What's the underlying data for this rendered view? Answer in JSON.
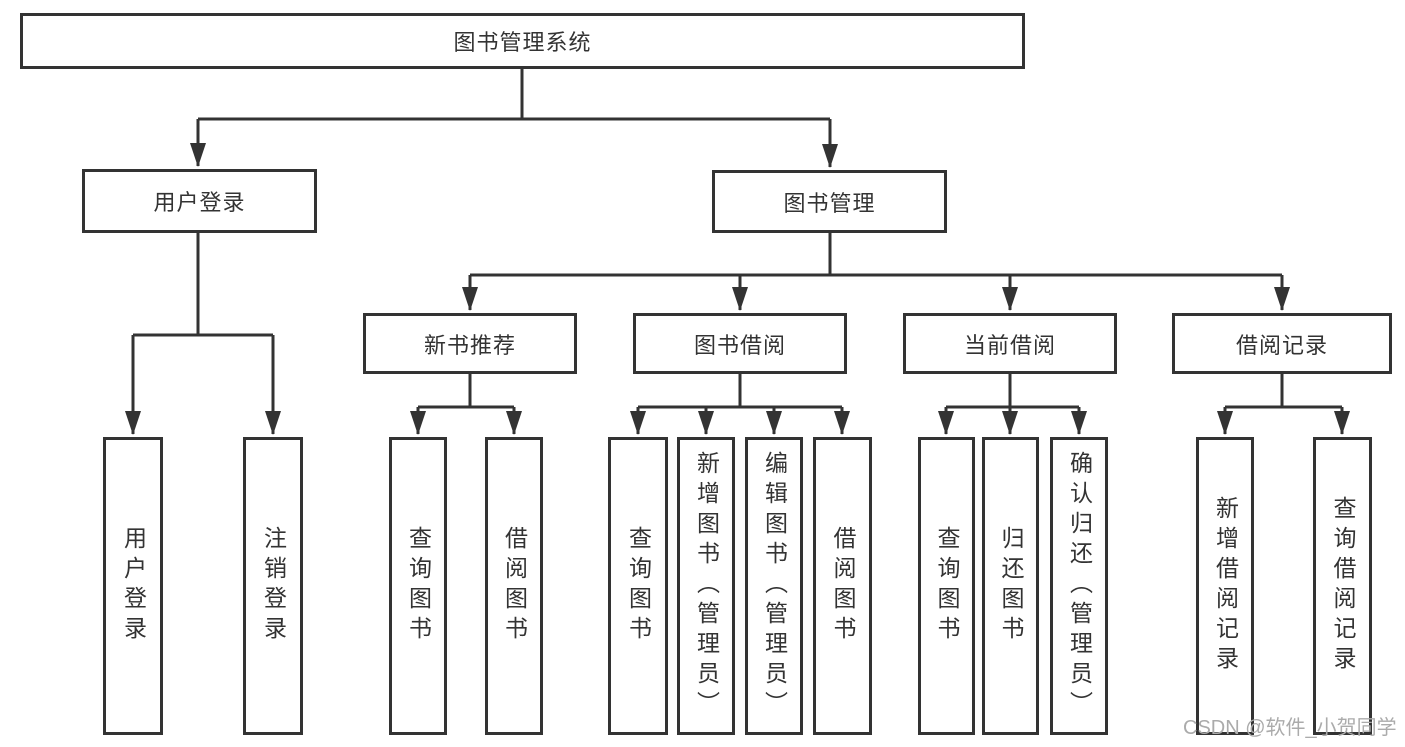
{
  "diagram": {
    "root": {
      "label": "图书管理系统"
    },
    "level2": {
      "user_login": {
        "label": "用户登录"
      },
      "book_mgmt": {
        "label": "图书管理"
      }
    },
    "user_login_children": [
      {
        "label": "用户登录"
      },
      {
        "label": "注销登录"
      }
    ],
    "sections": [
      {
        "label": "新书推荐",
        "children": [
          {
            "label": "查询图书"
          },
          {
            "label": "借阅图书"
          }
        ]
      },
      {
        "label": "图书借阅",
        "children": [
          {
            "label": "查询图书"
          },
          {
            "label": "新增图书（管理员）"
          },
          {
            "label": "编辑图书（管理员）"
          },
          {
            "label": "借阅图书"
          }
        ]
      },
      {
        "label": "当前借阅",
        "children": [
          {
            "label": "查询图书"
          },
          {
            "label": "归还图书"
          },
          {
            "label": "确认归还（管理员）"
          }
        ]
      },
      {
        "label": "借阅记录",
        "children": [
          {
            "label": "新增借阅记录"
          },
          {
            "label": "查询借阅记录"
          }
        ]
      }
    ],
    "colors": {
      "line": "#333333",
      "text": "#333333",
      "box_background": "#ffffff",
      "watermark": "#ababab"
    }
  },
  "watermark": {
    "text": "CSDN @软件_小贺同学"
  }
}
